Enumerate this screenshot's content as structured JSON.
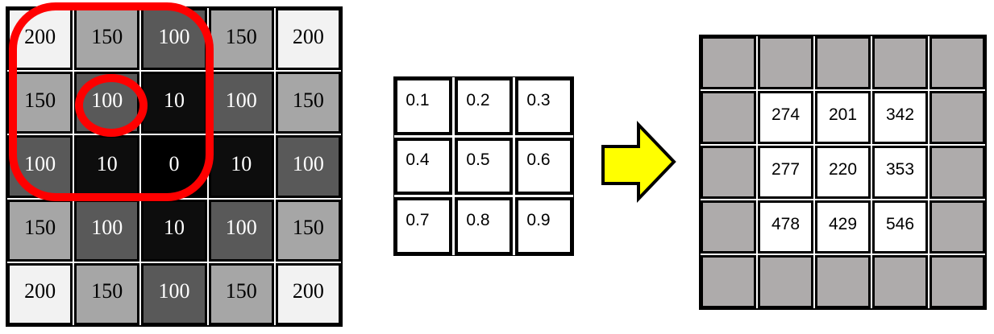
{
  "diagram": {
    "description_labels": {},
    "input_grid": {
      "rows": [
        [
          200,
          150,
          100,
          150,
          200
        ],
        [
          150,
          100,
          10,
          100,
          150
        ],
        [
          100,
          10,
          0,
          10,
          100
        ],
        [
          150,
          100,
          10,
          100,
          150
        ],
        [
          200,
          150,
          100,
          150,
          200
        ]
      ]
    },
    "kernel_grid": {
      "rows": [
        [
          "0.1",
          "0.2",
          "0.3"
        ],
        [
          "0.4",
          "0.5",
          "0.6"
        ],
        [
          "0.7",
          "0.8",
          "0.9"
        ]
      ]
    },
    "output_grid": {
      "rows": [
        [
          null,
          null,
          null,
          null,
          null
        ],
        [
          null,
          274,
          201,
          342,
          null
        ],
        [
          null,
          277,
          220,
          353,
          null
        ],
        [
          null,
          478,
          429,
          546,
          null
        ],
        [
          null,
          null,
          null,
          null,
          null
        ]
      ]
    }
  },
  "colors": {
    "value_200": "#f2f2f2",
    "value_150": "#a6a6a6",
    "value_100": "#595959",
    "value_10": "#0d0d0d",
    "value_0": "#000000",
    "light_cell_text": "#000000",
    "dark_cell_text": "#ffffff",
    "output_border_cell": "#aeabab",
    "cell_bg_white": "#ffffff",
    "highlight": "#ff0000",
    "arrow_fill": "#ffff00",
    "arrow_stroke": "#000000"
  }
}
